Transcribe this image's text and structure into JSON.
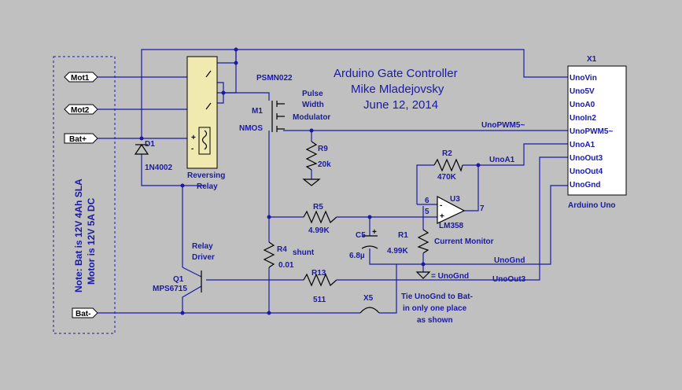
{
  "title": {
    "line1": "Arduino Gate Controller",
    "line2": "Mike Mladejovsky",
    "line3": "June 12, 2014"
  },
  "note": {
    "line1": "Note:  Bat is 12V 4Ah SLA",
    "line2": "Motor is 12V 5A DC"
  },
  "ports": {
    "mot1": "Mot1",
    "mot2": "Mot2",
    "bat_plus": "Bat+",
    "bat_minus": "Bat-"
  },
  "arduino": {
    "ref": "X1",
    "name": "Arduino Uno",
    "pins": [
      "UnoVin",
      "Uno5V",
      "UnoA0",
      "UnoIn2",
      "UnoPWM5~",
      "UnoA1",
      "UnoOut3",
      "UnoOut4",
      "UnoGnd"
    ]
  },
  "nets": {
    "pwm": "UnoPWM5~",
    "a1": "UnoA1",
    "gnd": "UnoGnd",
    "out3": "UnoOut3",
    "gnd_symbol": "= UnoGnd"
  },
  "components": {
    "d1_ref": "D1",
    "d1_val": "1N4002",
    "relay_line1": "Reversing",
    "relay_line2": "Relay",
    "m1_part": "PSMN022",
    "m1_ref": "M1",
    "m1_type": "NMOS",
    "pwm_mod_1": "Pulse",
    "pwm_mod_2": "Width",
    "pwm_mod_3": "Modulator",
    "r9_ref": "R9",
    "r9_val": "20k",
    "r2_ref": "R2",
    "r2_val": "470K",
    "u3_ref": "U3",
    "u3_val": "LM358",
    "u3_pin6": "6",
    "u3_pin5": "5",
    "u3_pin7": "7",
    "r5_ref": "R5",
    "r5_val": "4.99K",
    "c5_ref": "C5",
    "c5_val": "6.8µ",
    "r1_ref": "R1",
    "r1_val": "4.99K",
    "current_monitor": "Current Monitor",
    "r4_ref": "R4",
    "r4_val": "0.01",
    "shunt": "shunt",
    "relay_driver_1": "Relay",
    "relay_driver_2": "Driver",
    "q1_ref": "Q1",
    "q1_val": "MPS6715",
    "r13_ref": "R13",
    "r13_val": "511",
    "x5_ref": "X5",
    "tie_1": "Tie UnoGnd to Bat-",
    "tie_2": "in only one place",
    "tie_3": "as shown"
  }
}
